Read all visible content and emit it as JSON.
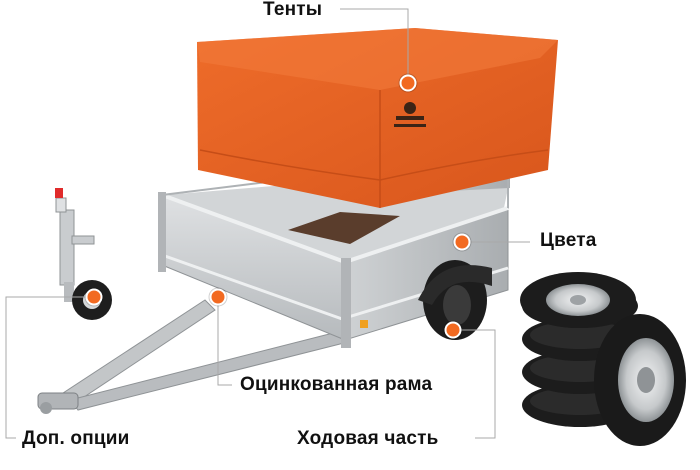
{
  "hotspots": [
    {
      "id": "tents",
      "label": "Тенты"
    },
    {
      "id": "colors",
      "label": "Цвета"
    },
    {
      "id": "frame",
      "label": "Оцинкованная рама"
    },
    {
      "id": "options",
      "label": "Доп. опции"
    },
    {
      "id": "chassis",
      "label": "Ходовая часть"
    }
  ],
  "colors": {
    "accent": "#f26a21",
    "tent": "#e35f21",
    "metal": "#c9ccce",
    "tire": "#1f1f1f",
    "text": "#111111"
  }
}
